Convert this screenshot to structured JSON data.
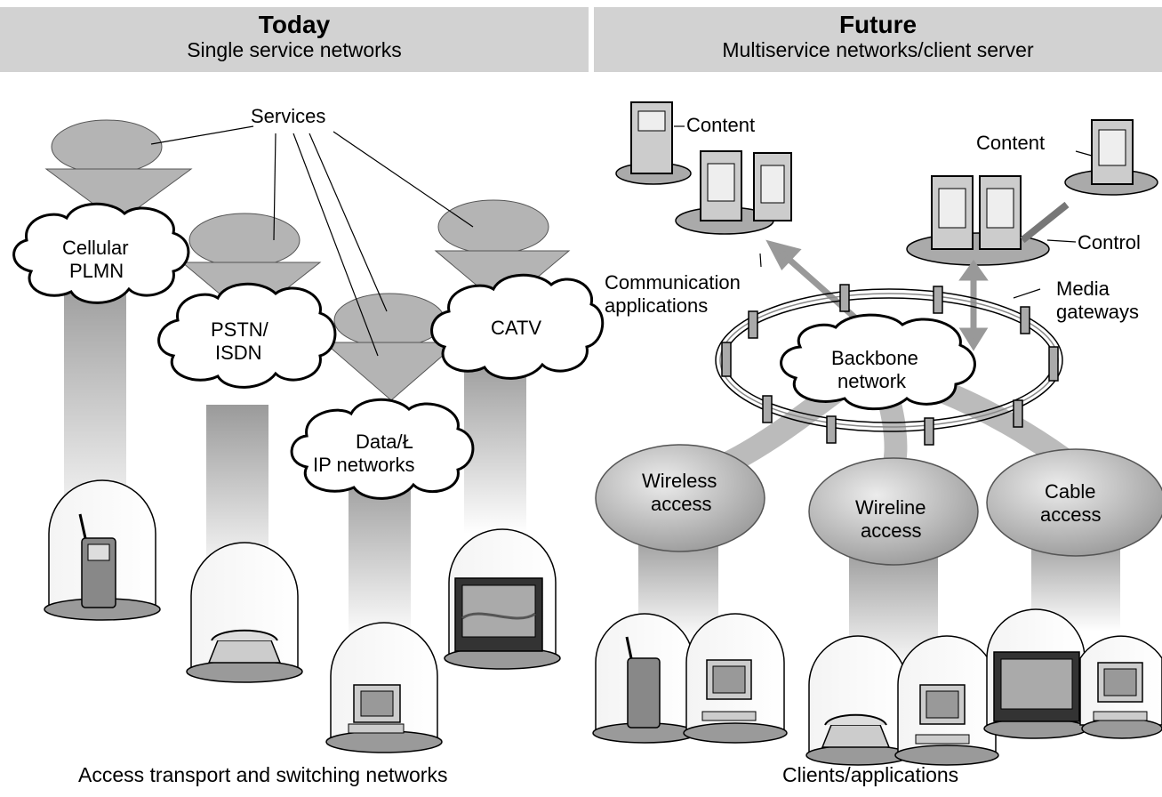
{
  "today": {
    "title": "Today",
    "subtitle": "Single service networks",
    "services_label": "Services",
    "networks": {
      "cellular_line1": "Cellular",
      "cellular_line2": "PLMN",
      "pstn_line1": "PSTN/",
      "pstn_line2": "ISDN",
      "data_line1": "Data/Ł",
      "data_line2": "IP networks",
      "catv": "CATV"
    },
    "footer": "Access transport and switching networks"
  },
  "future": {
    "title": "Future",
    "subtitle": "Multiservice networks/client server",
    "content_left": "Content",
    "content_right": "Content",
    "control": "Control",
    "comm_line1": "Communication",
    "comm_line2": "applications",
    "media_line1": "Media",
    "media_line2": "gateways",
    "backbone_line1": "Backbone",
    "backbone_line2": "network",
    "wireless_line1": "Wireless",
    "wireless_line2": "access",
    "wireline_line1": "Wireline",
    "wireline_line2": "access",
    "cable_line1": "Cable",
    "cable_line2": "access",
    "footer": "Clients/applications"
  },
  "colors": {
    "header_bg": "#d2d2d2",
    "shape_gray": "#b4b4b4",
    "dark_gray": "#555555"
  }
}
